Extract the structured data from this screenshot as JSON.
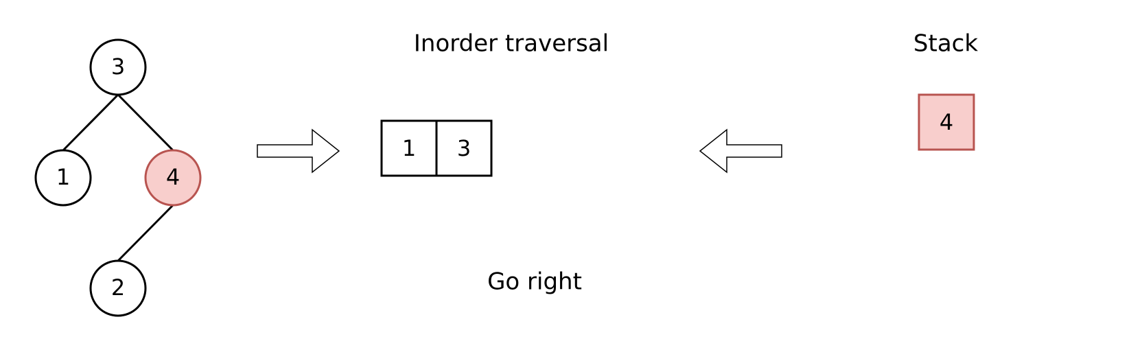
{
  "colors": {
    "stroke": "#000000",
    "highlight_fill": "#f8cecc",
    "highlight_stroke": "#b85450",
    "background": "#ffffff"
  },
  "tree": {
    "nodes": [
      {
        "id": "n3",
        "label": "3",
        "highlighted": false
      },
      {
        "id": "n1",
        "label": "1",
        "highlighted": false
      },
      {
        "id": "n4",
        "label": "4",
        "highlighted": true
      },
      {
        "id": "n2",
        "label": "2",
        "highlighted": false
      }
    ],
    "edges": [
      {
        "from": "n3",
        "to": "n1"
      },
      {
        "from": "n3",
        "to": "n4"
      },
      {
        "from": "n4",
        "to": "n2"
      }
    ]
  },
  "inorder": {
    "title": "Inorder traversal",
    "cells": [
      "1",
      "3"
    ]
  },
  "stack": {
    "title": "Stack",
    "items": [
      "4"
    ]
  },
  "step_caption": "Go right",
  "icons": [
    "right-arrow-icon",
    "left-arrow-icon"
  ]
}
